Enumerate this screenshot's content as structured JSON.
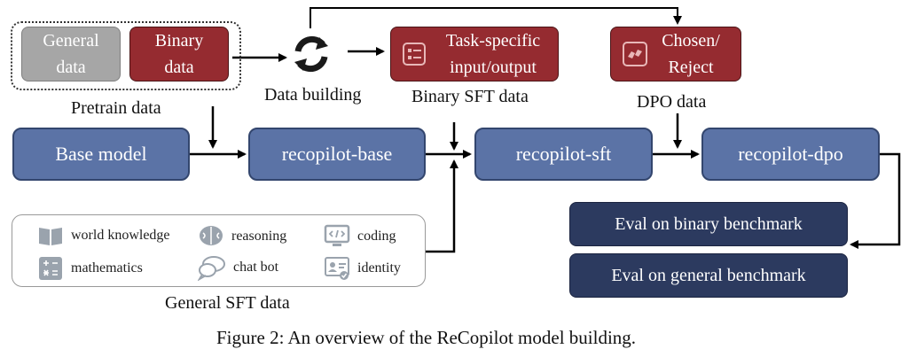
{
  "pretrain": {
    "general": "General data",
    "binary": "Binary data",
    "caption": "Pretrain data"
  },
  "data_building": "Data building",
  "binary_sft": {
    "box": "Task-specific input/output",
    "caption": "Binary SFT data"
  },
  "dpo": {
    "box": "Chosen/ Reject",
    "caption": "DPO data"
  },
  "models": {
    "base": "Base model",
    "recopilot_base": "recopilot-base",
    "recopilot_sft": "recopilot-sft",
    "recopilot_dpo": "recopilot-dpo"
  },
  "general_sft": {
    "items": [
      {
        "label": "world knowledge",
        "icon": "book-icon"
      },
      {
        "label": "reasoning",
        "icon": "brain-icon"
      },
      {
        "label": "coding",
        "icon": "code-icon"
      },
      {
        "label": "mathematics",
        "icon": "calculator-icon"
      },
      {
        "label": "chat bot",
        "icon": "chat-icon"
      },
      {
        "label": "identity",
        "icon": "id-card-icon"
      }
    ],
    "caption": "General SFT data"
  },
  "eval": {
    "binary": "Eval on binary benchmark",
    "general": "Eval on general benchmark"
  },
  "figure_caption": "Figure 2: An overview of the ReCopilot model building.",
  "colors": {
    "grey_box": "#a6a6a6",
    "red_box": "#952b30",
    "model_box": "#5b73a6",
    "eval_box": "#2c3a5f"
  }
}
